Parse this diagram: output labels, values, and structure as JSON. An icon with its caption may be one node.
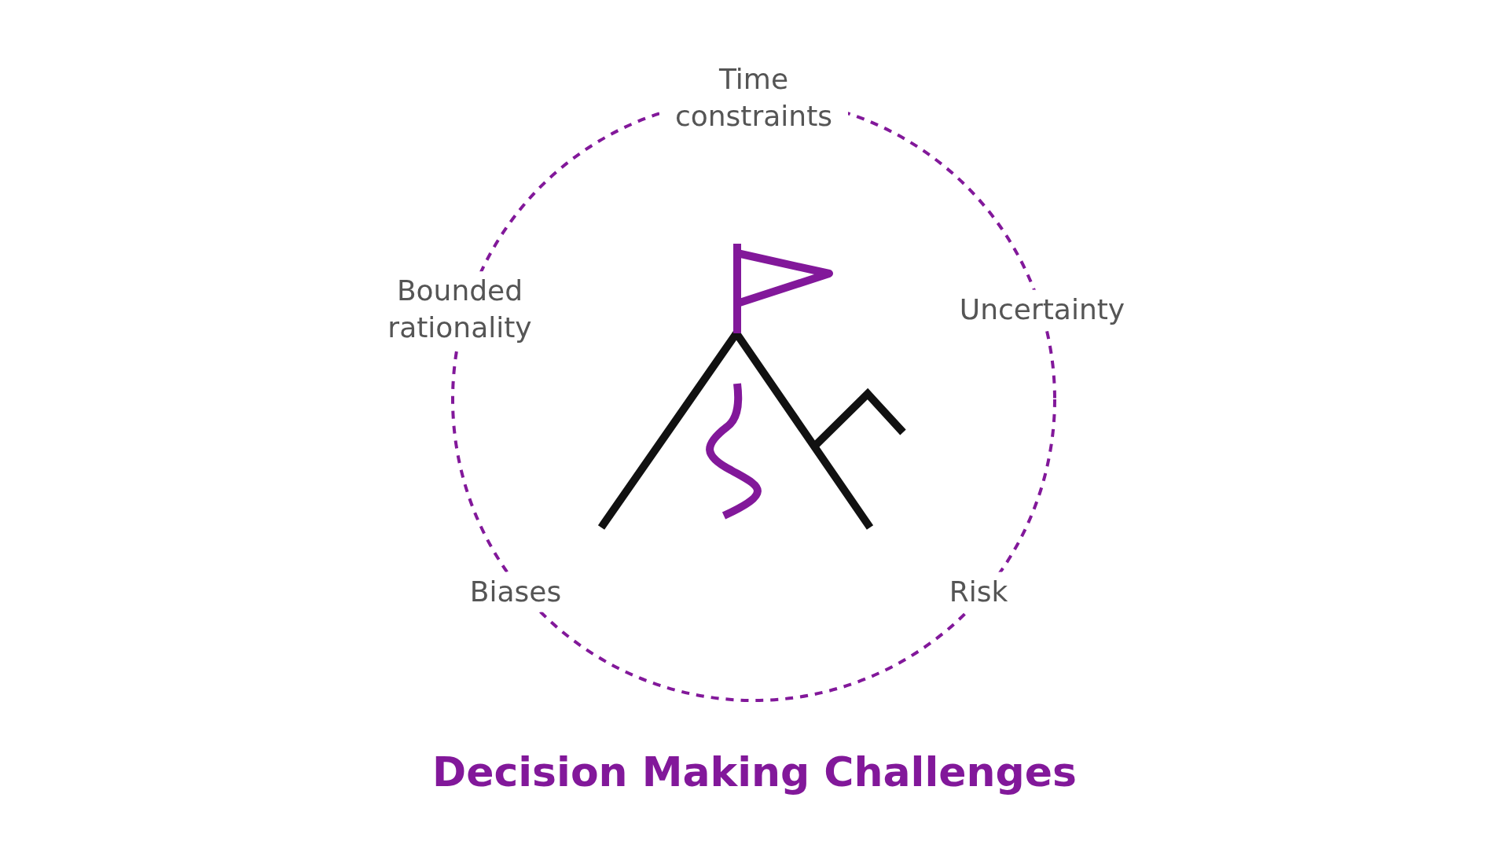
{
  "diagram": {
    "title": "Decision Making Challenges",
    "labels": [
      "Time constraints",
      "Bounded rationality",
      "Uncertainty",
      "Biases",
      "Risk"
    ]
  }
}
